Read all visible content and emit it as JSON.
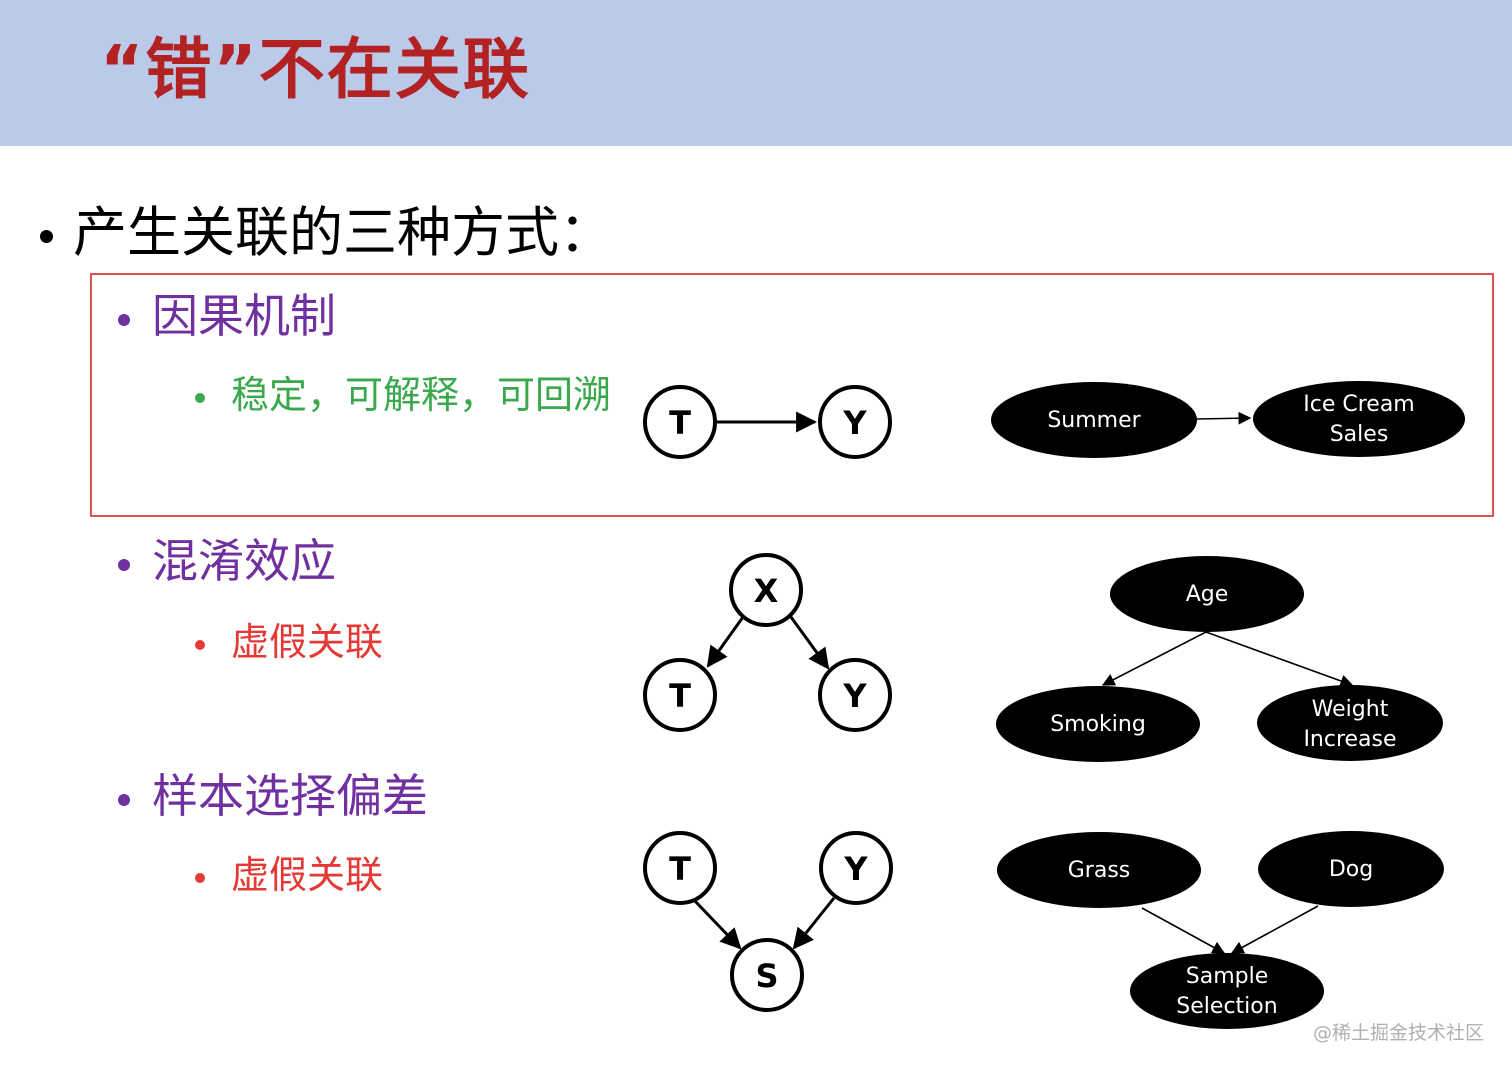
{
  "title": "“错”不在关联",
  "main_bullet": "产生关联的三种方式：",
  "sections": [
    {
      "heading": "因果机制",
      "sub": "稳定，可解释，可回溯",
      "diagram_nodes": [
        "T",
        "Y"
      ],
      "example_nodes": [
        "Summer",
        "Ice Cream",
        "Sales"
      ]
    },
    {
      "heading": "混淆效应",
      "sub": "虚假关联",
      "diagram_nodes": [
        "X",
        "T",
        "Y"
      ],
      "example_nodes": [
        "Age",
        "Smoking",
        "Weight",
        "Increase"
      ]
    },
    {
      "heading": "样本选择偏差",
      "sub": "虚假关联",
      "diagram_nodes": [
        "T",
        "Y",
        "S"
      ],
      "example_nodes": [
        "Grass",
        "Dog",
        "Sample",
        "Selection"
      ]
    }
  ],
  "watermark": "@稀土掘金技术社区",
  "colors": {
    "header_bg": "#bccaea",
    "title": "#b22222",
    "level1": "#7030a0",
    "green": "#3aa84c",
    "red": "#e53935",
    "box_border": "#e05252"
  }
}
